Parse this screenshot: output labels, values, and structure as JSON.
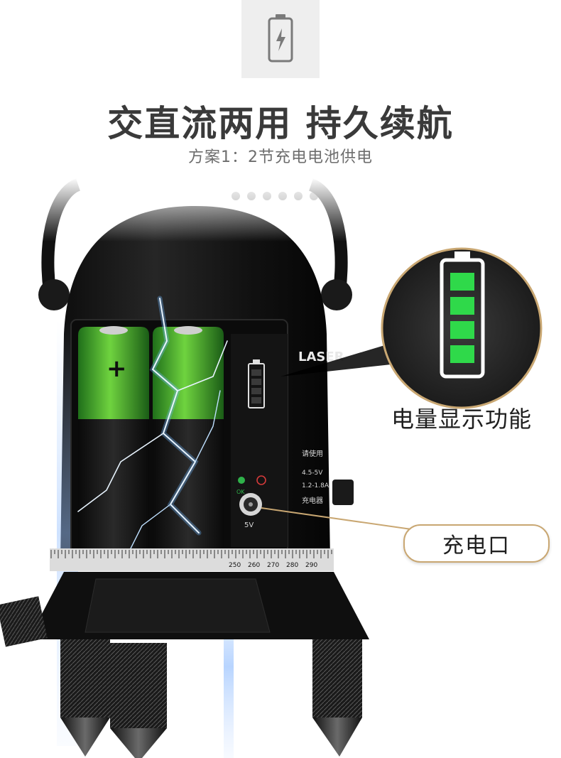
{
  "header": {
    "icon": "battery-charging-icon",
    "title": "交直流两用 持久续航",
    "subtitle": "方案1：2节充电电池供电"
  },
  "carousel": {
    "dot_count": 6
  },
  "product": {
    "brand_text": "LASER",
    "panel": {
      "line1": "请使用",
      "line2": "4.5-5V",
      "line3": "1.2-1.8A",
      "line4": "充电器",
      "ok_label": "OK",
      "port_label": "5V"
    },
    "scale_ticks": [
      "250",
      "260",
      "270",
      "280",
      "290"
    ]
  },
  "callouts": {
    "battery_display": "电量显示功能",
    "charge_port": "充电口"
  },
  "colors": {
    "battery_green": "#2fd94a",
    "callout_border": "#c9a772",
    "lightning": "#6fb8ff"
  }
}
